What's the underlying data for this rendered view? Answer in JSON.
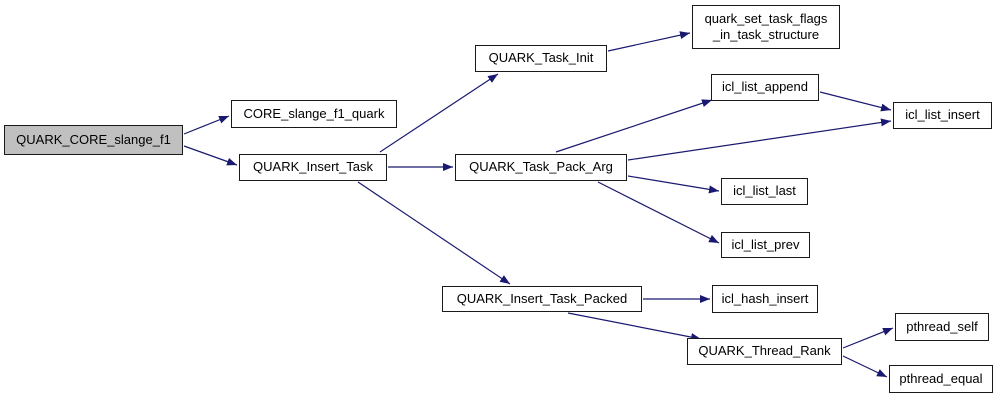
{
  "diagram": {
    "type": "call-graph",
    "colors": {
      "edge": "#191970",
      "node_fill": "#ffffff",
      "node_border": "#1a1a1a",
      "root_node_fill": "#c0c0c0",
      "background": "#ffffff",
      "text": "#000000"
    },
    "nodes": [
      {
        "id": "QUARK_CORE_slange_f1",
        "label": "QUARK_CORE_slange_f1",
        "role": "root"
      },
      {
        "id": "CORE_slange_f1_quark",
        "label": "CORE_slange_f1_quark",
        "role": "callee"
      },
      {
        "id": "QUARK_Insert_Task",
        "label": "QUARK_Insert_Task",
        "role": "callee"
      },
      {
        "id": "QUARK_Task_Init",
        "label": "QUARK_Task_Init",
        "role": "callee"
      },
      {
        "id": "quark_set_task_flags_in_task_structure",
        "label": "quark_set_task_flags\n_in_task_structure",
        "role": "callee"
      },
      {
        "id": "QUARK_Task_Pack_Arg",
        "label": "QUARK_Task_Pack_Arg",
        "role": "callee"
      },
      {
        "id": "icl_list_append",
        "label": "icl_list_append",
        "role": "callee"
      },
      {
        "id": "icl_list_insert",
        "label": "icl_list_insert",
        "role": "callee"
      },
      {
        "id": "icl_list_last",
        "label": "icl_list_last",
        "role": "callee"
      },
      {
        "id": "icl_list_prev",
        "label": "icl_list_prev",
        "role": "callee"
      },
      {
        "id": "QUARK_Insert_Task_Packed",
        "label": "QUARK_Insert_Task_Packed",
        "role": "callee"
      },
      {
        "id": "icl_hash_insert",
        "label": "icl_hash_insert",
        "role": "callee"
      },
      {
        "id": "QUARK_Thread_Rank",
        "label": "QUARK_Thread_Rank",
        "role": "callee"
      },
      {
        "id": "pthread_self",
        "label": "pthread_self",
        "role": "callee"
      },
      {
        "id": "pthread_equal",
        "label": "pthread_equal",
        "role": "callee"
      }
    ],
    "edges": [
      {
        "from": "QUARK_CORE_slange_f1",
        "to": "CORE_slange_f1_quark"
      },
      {
        "from": "QUARK_CORE_slange_f1",
        "to": "QUARK_Insert_Task"
      },
      {
        "from": "QUARK_Insert_Task",
        "to": "QUARK_Task_Init"
      },
      {
        "from": "QUARK_Insert_Task",
        "to": "QUARK_Task_Pack_Arg"
      },
      {
        "from": "QUARK_Insert_Task",
        "to": "QUARK_Insert_Task_Packed"
      },
      {
        "from": "QUARK_Task_Init",
        "to": "quark_set_task_flags_in_task_structure"
      },
      {
        "from": "QUARK_Task_Pack_Arg",
        "to": "icl_list_append"
      },
      {
        "from": "icl_list_append",
        "to": "icl_list_insert"
      },
      {
        "from": "QUARK_Task_Pack_Arg",
        "to": "icl_list_insert"
      },
      {
        "from": "QUARK_Task_Pack_Arg",
        "to": "icl_list_last"
      },
      {
        "from": "QUARK_Task_Pack_Arg",
        "to": "icl_list_prev"
      },
      {
        "from": "QUARK_Insert_Task_Packed",
        "to": "icl_hash_insert"
      },
      {
        "from": "QUARK_Insert_Task_Packed",
        "to": "QUARK_Thread_Rank"
      },
      {
        "from": "QUARK_Thread_Rank",
        "to": "pthread_self"
      },
      {
        "from": "QUARK_Thread_Rank",
        "to": "pthread_equal"
      }
    ]
  }
}
